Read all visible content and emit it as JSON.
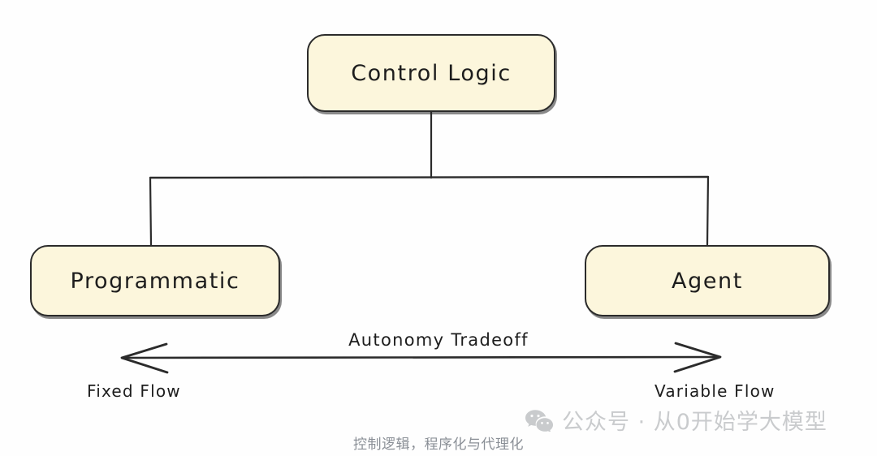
{
  "diagram": {
    "title_node": {
      "label": "Control Logic"
    },
    "children": [
      {
        "label": "Programmatic"
      },
      {
        "label": "Agent"
      }
    ],
    "axis": {
      "label": "Autonomy Tradeoff",
      "left_end": "Fixed Flow",
      "right_end": "Variable Flow",
      "arrow_style": "double-headed"
    },
    "colors": {
      "node_fill": "#fcf6dc",
      "node_stroke": "#2b2b2b",
      "text": "#1d1d1d",
      "caption": "#8a8f96",
      "watermark": "#c9cbcd",
      "background": "#fefefe"
    }
  },
  "caption": {
    "text": "控制逻辑，程序化与代理化"
  },
  "watermark": {
    "icon": "wechat-icon",
    "text": "公众号 · 从0开始学大模型"
  }
}
